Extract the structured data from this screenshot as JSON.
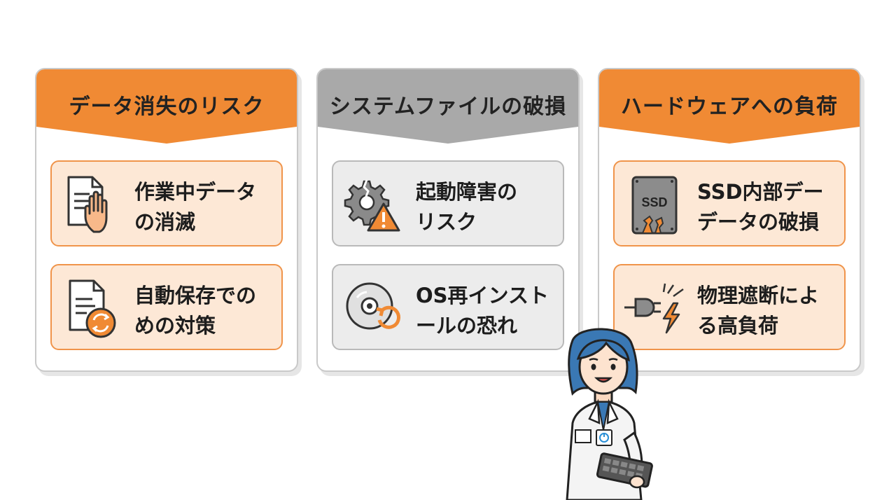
{
  "colors": {
    "orange_accent": "#f08a34",
    "gray_accent": "#a9a9a9",
    "card_orange_bg": "#fde8d6",
    "card_gray_bg": "#ececec"
  },
  "panels": [
    {
      "title": "データ消失のリスク",
      "cards": [
        {
          "text": "作業中データ\nの消滅",
          "icon": "document-hand-icon"
        },
        {
          "text": "自動保存での\nめの対策",
          "icon": "document-refresh-icon"
        }
      ]
    },
    {
      "title": "システムファイルの破損",
      "cards": [
        {
          "text": "起動障害の\nリスク",
          "icon": "broken-gear-warning-icon"
        },
        {
          "text": "OS再インスト\nールの恐れ",
          "icon": "disc-reinstall-icon"
        }
      ]
    },
    {
      "title": "ハードウェアへの負荷",
      "cards": [
        {
          "text": "SSD内部デー\nデータの破損",
          "icon": "ssd-damaged-icon"
        },
        {
          "text": "物理遮断によ\nる高負荷",
          "icon": "unplug-lightning-icon"
        }
      ]
    }
  ],
  "ssd_icon_label": "SSD"
}
